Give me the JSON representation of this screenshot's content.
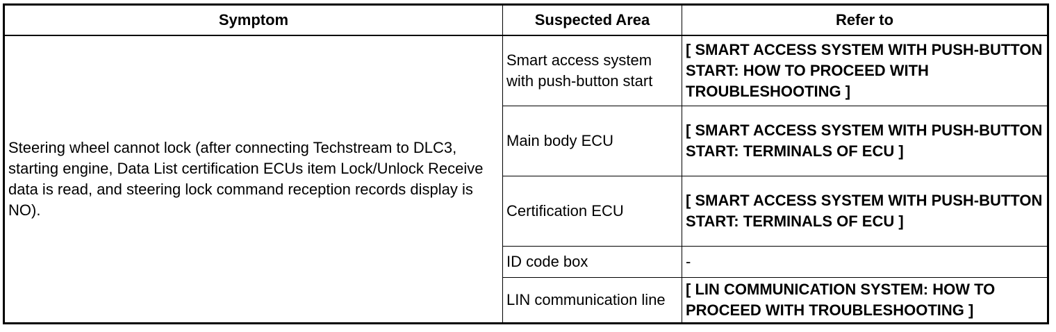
{
  "table": {
    "headers": {
      "symptom": "Symptom",
      "suspected_area": "Suspected Area",
      "refer_to": "Refer to"
    },
    "symptom": "Steering wheel cannot lock (after connecting Techstream to DLC3, starting engine, Data List certification ECUs item Lock/Unlock Receive data is read, and steering lock command reception records display is NO).",
    "rows": [
      {
        "area": "Smart access system with push-button start",
        "refer": "[ SMART ACCESS SYSTEM WITH PUSH-BUTTON START: HOW TO PROCEED WITH TROUBLESHOOTING ]"
      },
      {
        "area": "Main body ECU",
        "refer": "[ SMART ACCESS SYSTEM WITH PUSH-BUTTON START: TERMINALS OF ECU ]"
      },
      {
        "area": "Certification ECU",
        "refer": "[ SMART ACCESS SYSTEM WITH PUSH-BUTTON START: TERMINALS OF ECU ]"
      },
      {
        "area": "ID code box",
        "refer": "-"
      },
      {
        "area": "LIN communication line",
        "refer": "[ LIN COMMUNICATION SYSTEM: HOW TO PROCEED WITH TROUBLESHOOTING ]"
      }
    ]
  }
}
